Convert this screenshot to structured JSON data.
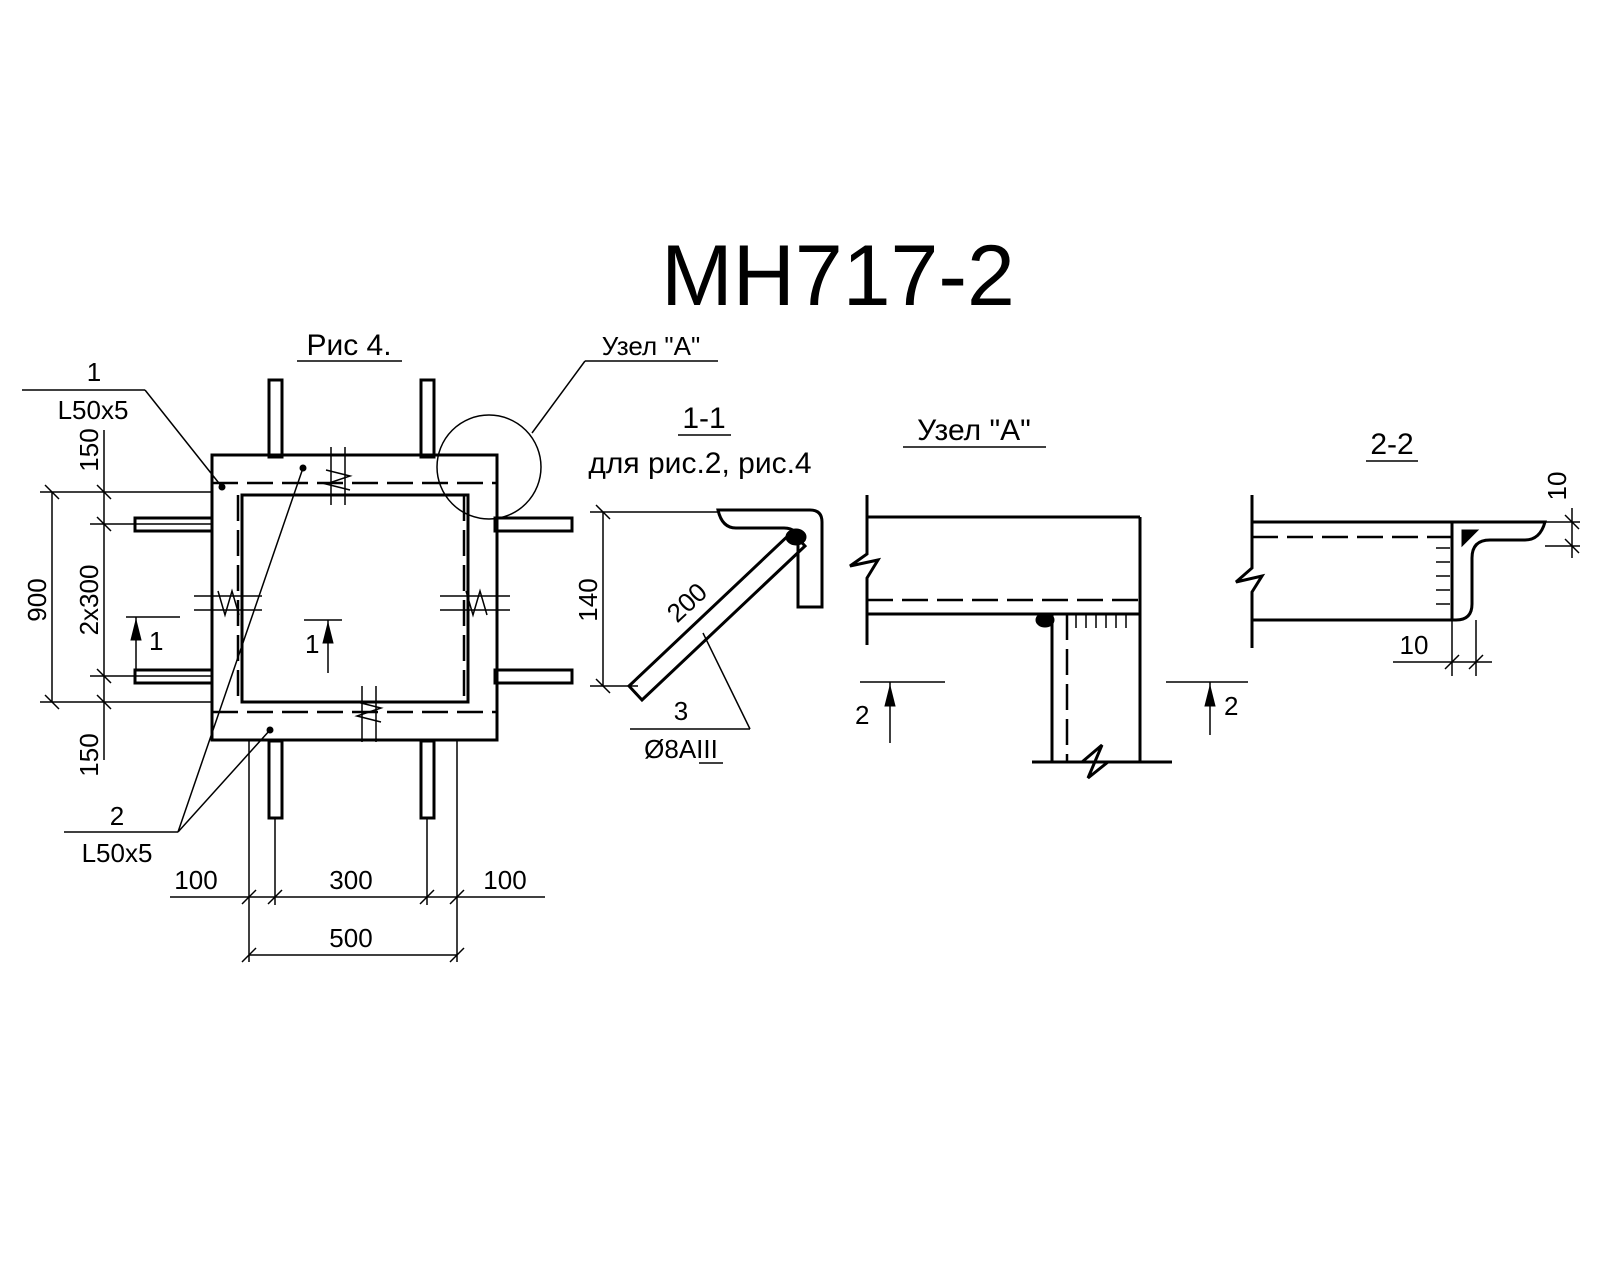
{
  "title": "МН717-2",
  "figure": {
    "caption": "Рис 4.",
    "node_callout": "Узел \"А\"",
    "part1": {
      "number": "1",
      "profile": "L50x5"
    },
    "part2": {
      "number": "2",
      "profile": "L50x5"
    },
    "section_marker": "1",
    "dims": {
      "top_150": "150",
      "bottom_150": "150",
      "total_900": "900",
      "mid_2x300": "2x300",
      "bottom_100_left": "100",
      "bottom_300": "300",
      "bottom_100_right": "100",
      "bottom_500": "500"
    }
  },
  "section_1_1": {
    "title": "1-1",
    "subtitle": "для рис.2, рис.4",
    "dim_140": "140",
    "dim_200": "200",
    "part3_number": "3",
    "part3_bar": "Ø8AIII"
  },
  "node_a": {
    "title": "Узел \"А\"",
    "section_marker_left": "2",
    "section_marker_right": "2"
  },
  "section_2_2": {
    "title": "2-2",
    "dim_10_top": "10",
    "dim_10_bottom": "10"
  }
}
